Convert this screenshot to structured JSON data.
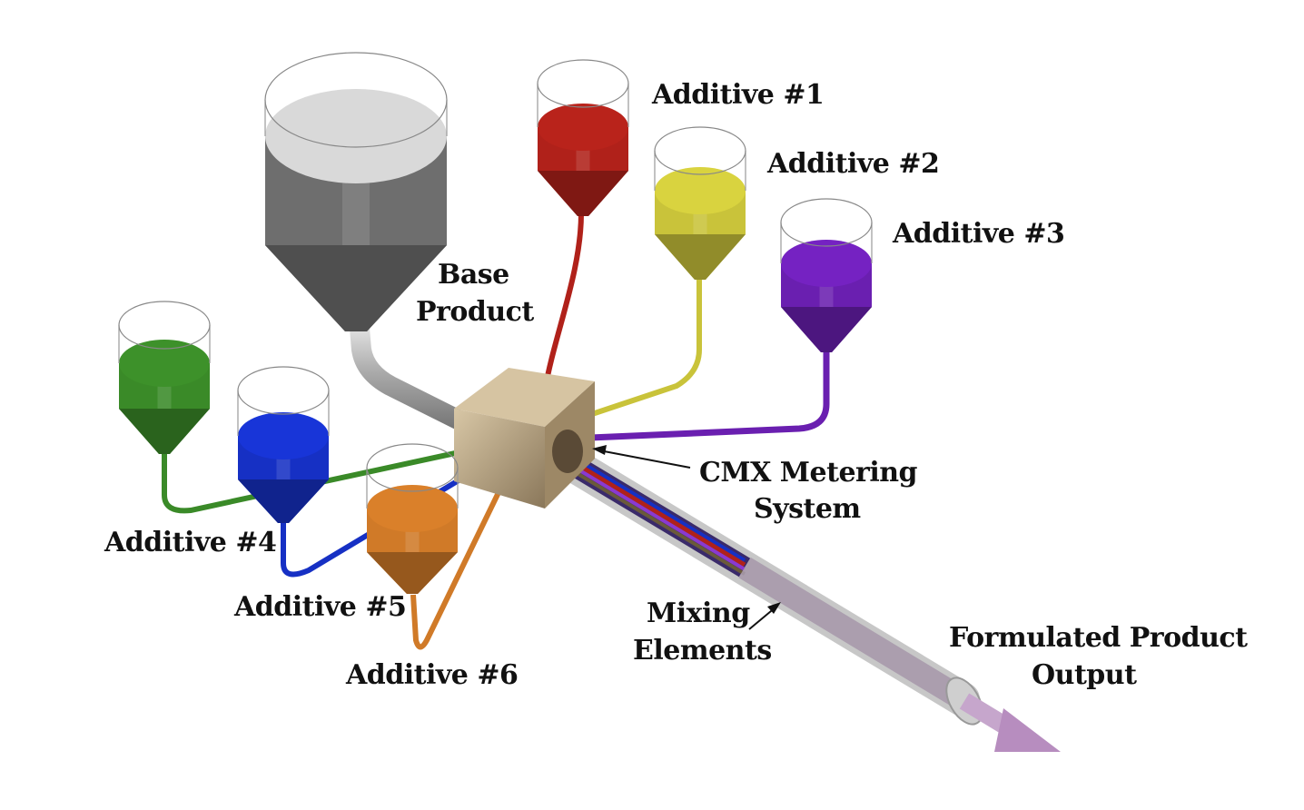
{
  "diagram": {
    "title": "CMX Metering System process",
    "base": {
      "label_line1": "Base",
      "label_line2": "Product",
      "color": "#6e6e6e",
      "fill_top": "#d9d9d9"
    },
    "additives": [
      {
        "id": 1,
        "label": "Additive #1",
        "color": "#b0211a"
      },
      {
        "id": 2,
        "label": "Additive #2",
        "color": "#c9c33a"
      },
      {
        "id": 3,
        "label": "Additive #3",
        "color": "#6a1fb0"
      },
      {
        "id": 4,
        "label": "Additive #4",
        "color": "#3a8a28"
      },
      {
        "id": 5,
        "label": "Additive #5",
        "color": "#1630c4"
      },
      {
        "id": 6,
        "label": "Additive #6",
        "color": "#d07a28"
      }
    ],
    "metering": {
      "label_line1": "CMX Metering",
      "label_line2": "System",
      "color": "#b9a687"
    },
    "mixing": {
      "label_line1": "Mixing",
      "label_line2": "Elements"
    },
    "output": {
      "label_line1": "Formulated Product",
      "label_line2": "Output",
      "color": "#c6a6cc"
    }
  }
}
